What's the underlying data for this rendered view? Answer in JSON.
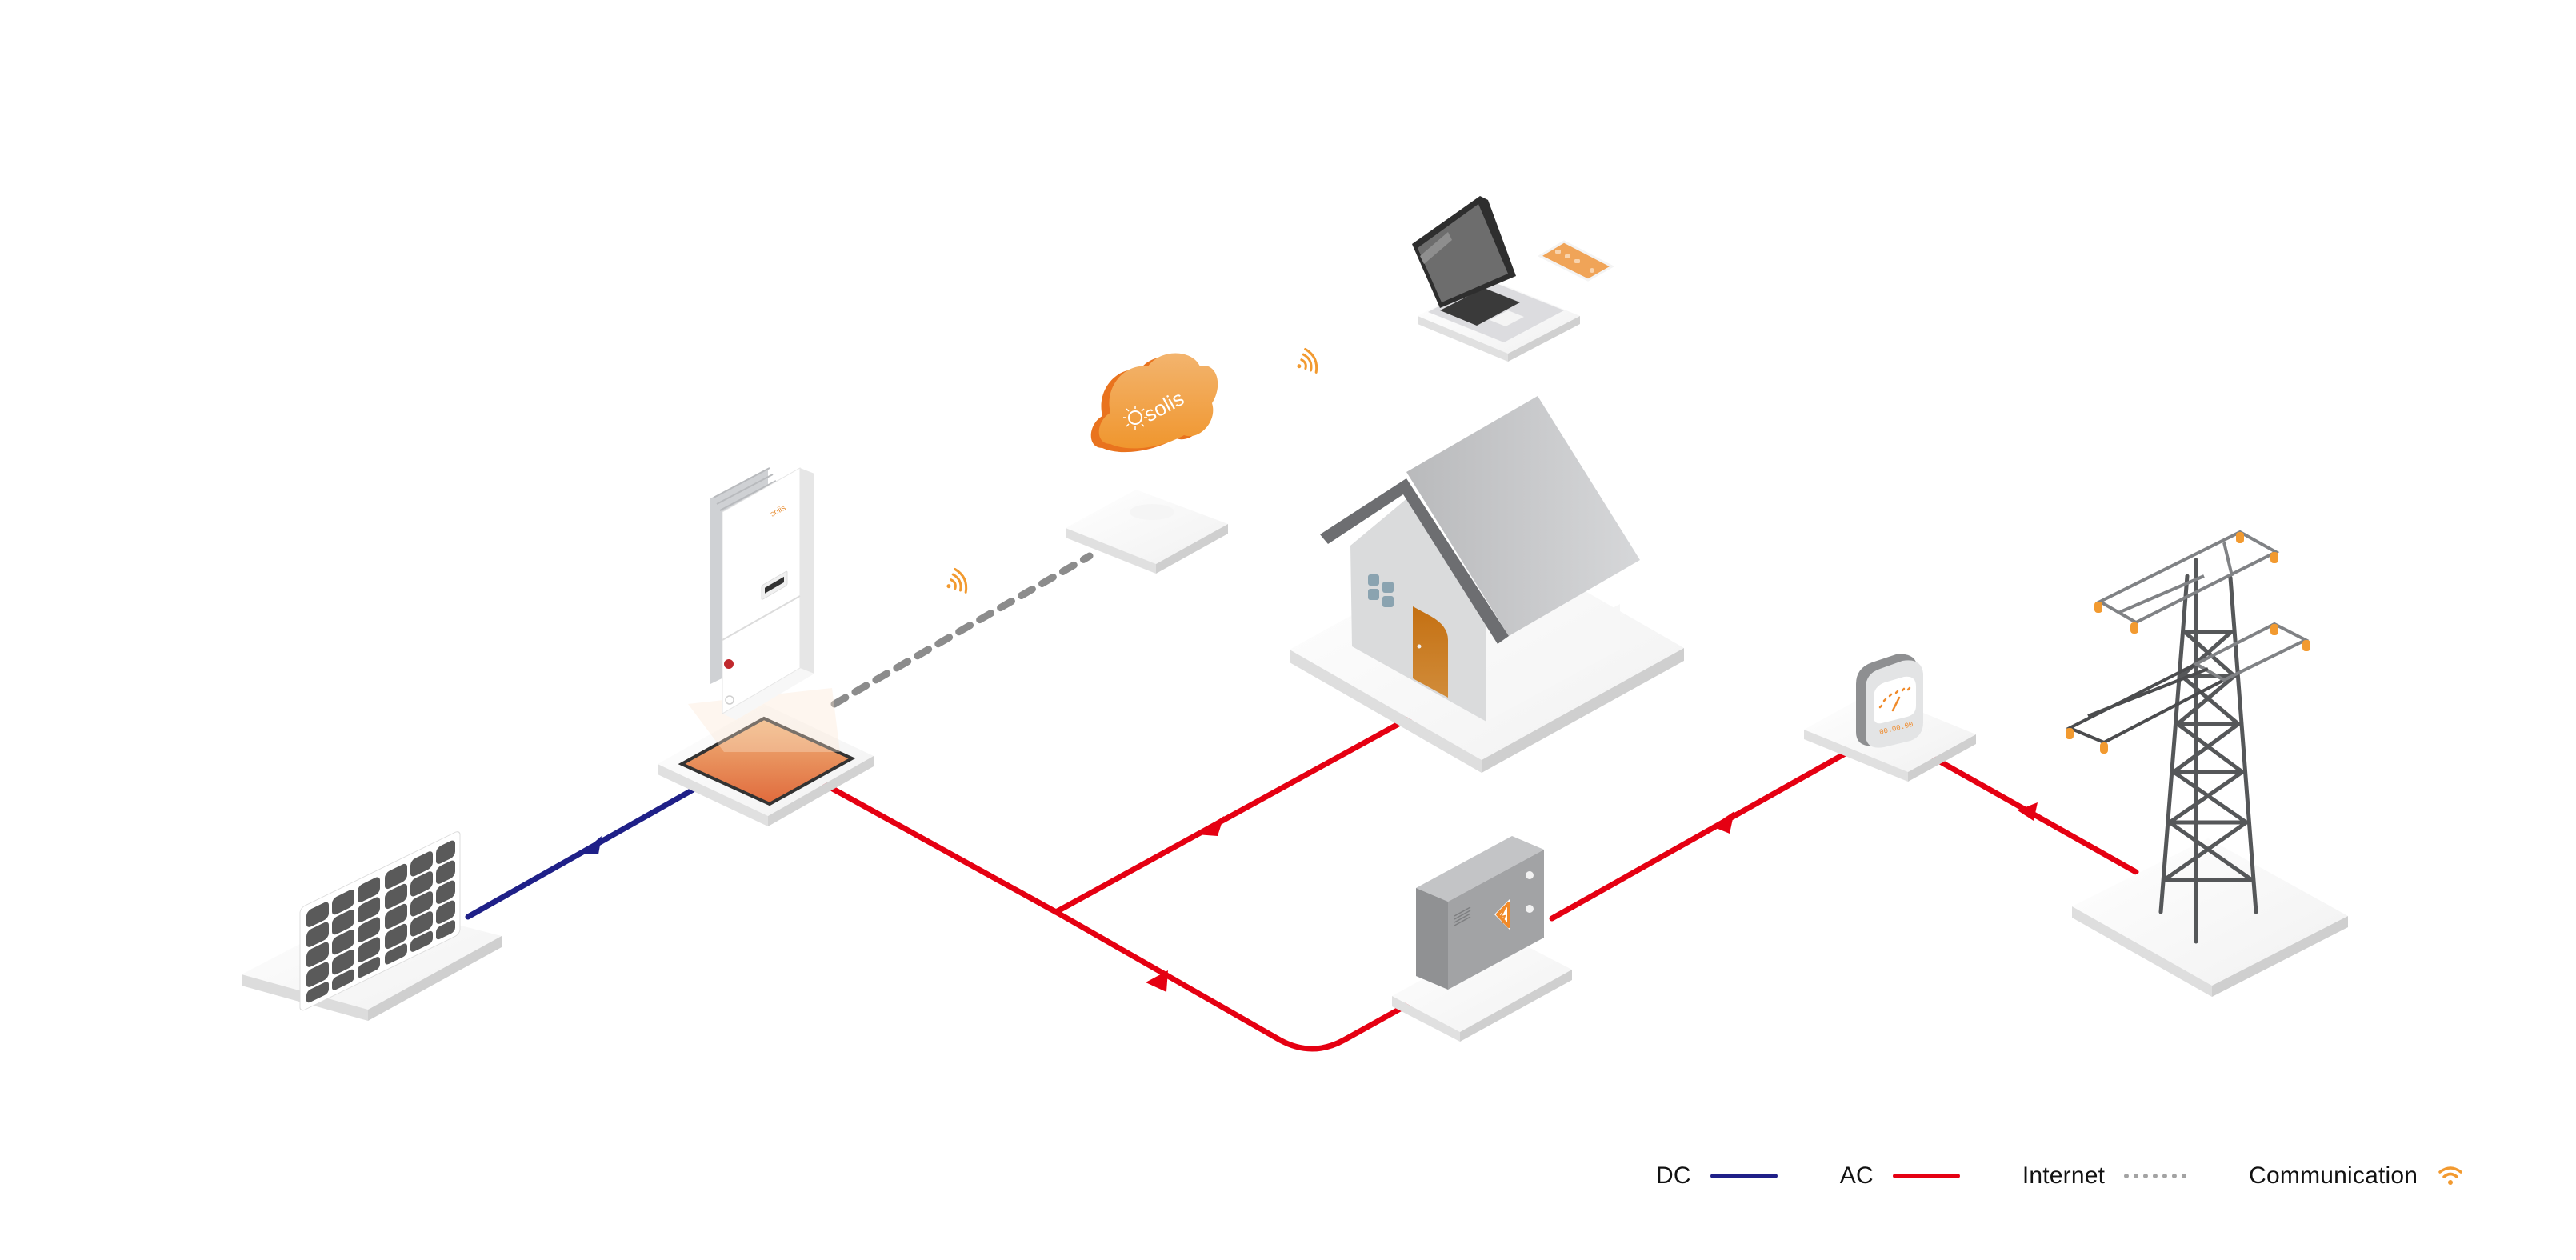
{
  "diagram": {
    "title": "Solis grid-tied PV monitoring system",
    "components": [
      {
        "id": "solar-panel",
        "label": "Solar panel array"
      },
      {
        "id": "inverter",
        "label": "Solis inverter",
        "brand_text": "solis"
      },
      {
        "id": "wifi-stick",
        "label": "Data logger"
      },
      {
        "id": "cloud",
        "label": "Solis cloud",
        "brand_text": "solis"
      },
      {
        "id": "laptop-phone",
        "label": "Laptop and smartphone monitoring"
      },
      {
        "id": "house",
        "label": "Home load"
      },
      {
        "id": "distribution-box",
        "label": "Distribution box"
      },
      {
        "id": "energy-meter",
        "label": "Energy meter",
        "display_text": "00.00.00"
      },
      {
        "id": "transmission-tower",
        "label": "Utility grid"
      }
    ],
    "connections": [
      {
        "from": "solar-panel",
        "to": "inverter",
        "type": "DC"
      },
      {
        "from": "inverter",
        "to": "house",
        "type": "AC"
      },
      {
        "from": "inverter",
        "to": "distribution-box",
        "type": "AC"
      },
      {
        "from": "distribution-box",
        "to": "energy-meter",
        "type": "AC"
      },
      {
        "from": "energy-meter",
        "to": "transmission-tower",
        "type": "AC"
      },
      {
        "from": "inverter",
        "to": "wifi-stick",
        "type": "Internet"
      },
      {
        "from": "inverter",
        "to": "cloud",
        "type": "Communication"
      },
      {
        "from": "cloud",
        "to": "laptop-phone",
        "type": "Communication"
      }
    ]
  },
  "brand": {
    "logo_text": "solis",
    "meter_display": "00.00.00"
  },
  "colors": {
    "dc": "#1f2088",
    "ac": "#e50012",
    "internet": "#8c8c8c",
    "communication": "#f29a30",
    "accent_orange": "#f08a2a"
  },
  "legend": {
    "items": [
      {
        "label": "DC",
        "type": "line",
        "color": "#1f2088"
      },
      {
        "label": "AC",
        "type": "line",
        "color": "#e50012"
      },
      {
        "label": "Internet",
        "type": "dotted",
        "color": "#a3a3a3"
      },
      {
        "label": "Communication",
        "type": "wifi-icon",
        "color": "#f29a30"
      }
    ]
  }
}
